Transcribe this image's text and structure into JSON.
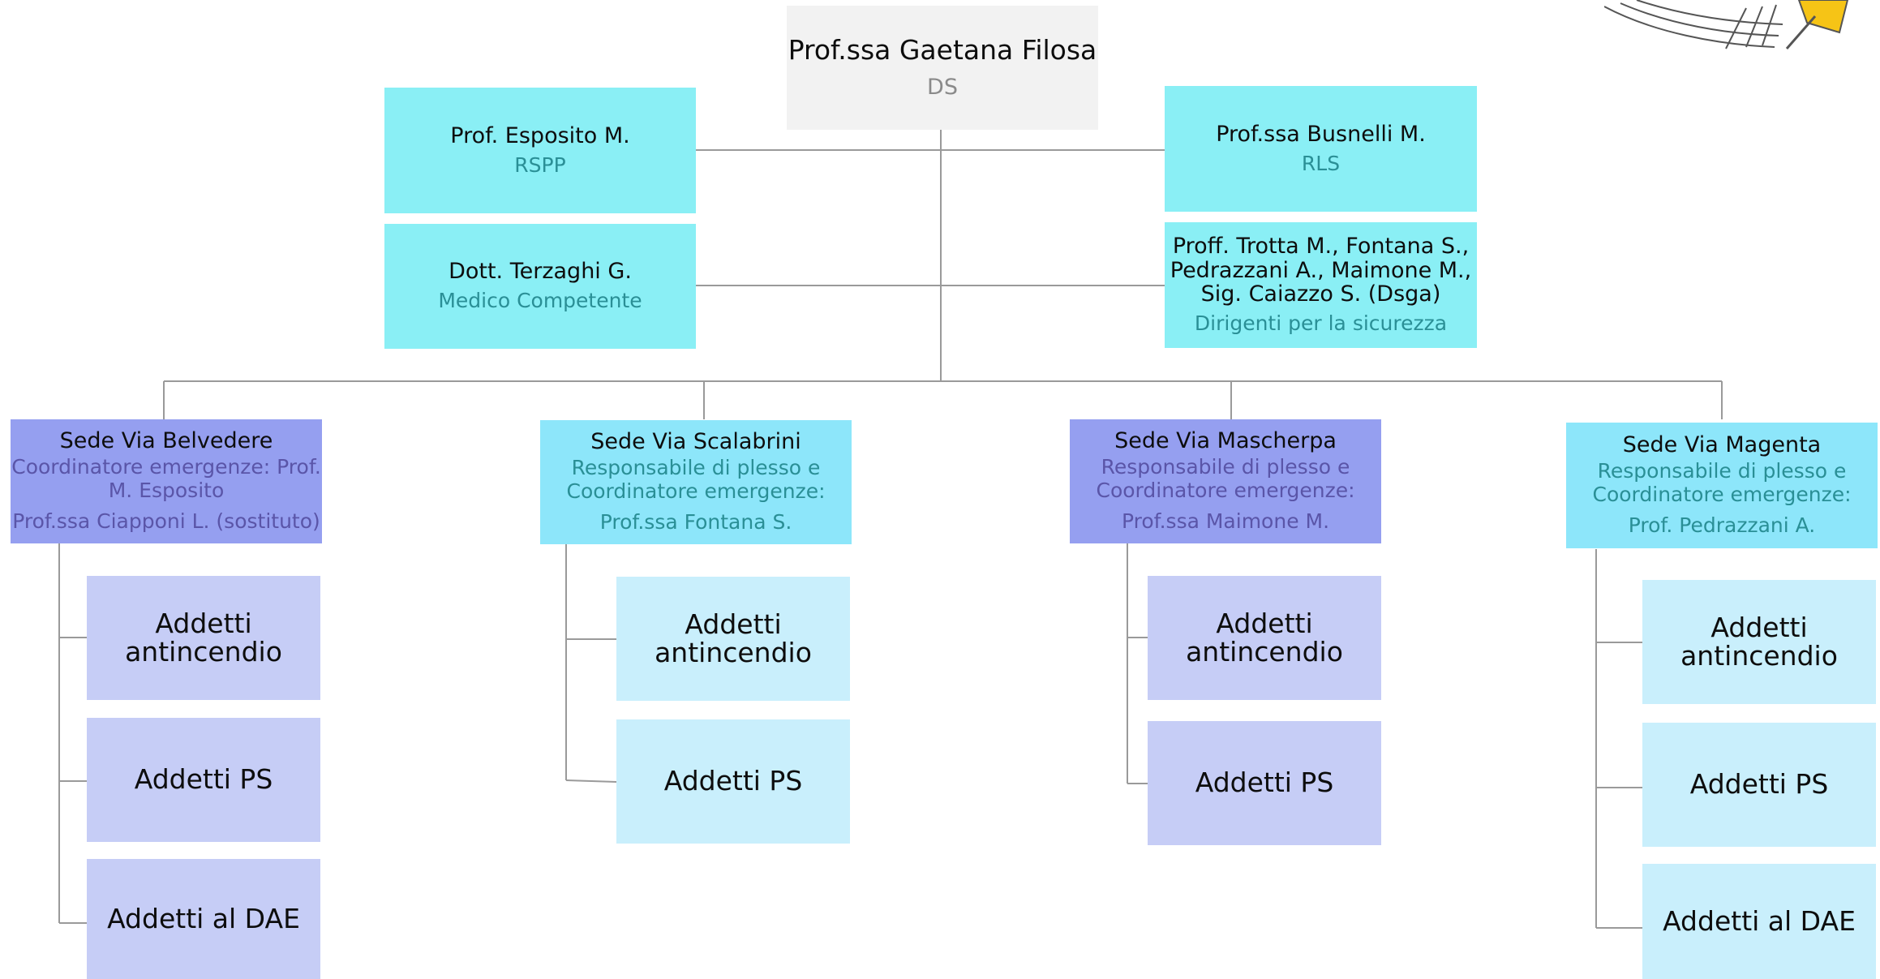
{
  "colors": {
    "top_box": "#f2f2f2",
    "staff_box": "#8aeff5",
    "sede_purple": "#959ff0",
    "sede_blue": "#8de6fa",
    "sub_purple": "#c6cdf6",
    "sub_blue": "#c9effc",
    "line": "#9a9a9a"
  },
  "top": {
    "name": "Prof.ssa Gaetana Filosa",
    "role": "DS"
  },
  "staff": {
    "rspp": {
      "name": "Prof. Esposito M.",
      "role": "RSPP"
    },
    "medico": {
      "name": "Dott. Terzaghi G.",
      "role": "Medico Competente"
    },
    "rls": {
      "name": "Prof.ssa Busnelli M.",
      "role": "RLS"
    },
    "dirigenti": {
      "name_lines": [
        "Proff. Trotta M., Fontana S.,",
        "Pedrazzani A., Maimone M.,",
        "Sig. Caiazzo S. (Dsga)"
      ],
      "role": "Dirigenti per la sicurezza"
    }
  },
  "sedi": [
    {
      "name": "Sede Via Belvedere",
      "role_lines": [
        "Coordinatore emergenze: Prof.",
        "M. Esposito"
      ],
      "holder": "Prof.ssa Ciapponi L. (sostituto)",
      "subs": [
        [
          "Addetti",
          "antincendio"
        ],
        [
          "Addetti PS"
        ],
        [
          "Addetti al DAE"
        ]
      ]
    },
    {
      "name": "Sede Via Scalabrini",
      "role_lines": [
        "Responsabile di plesso e",
        "Coordinatore emergenze:"
      ],
      "holder": "Prof.ssa Fontana S.",
      "subs": [
        [
          "Addetti",
          "antincendio"
        ],
        [
          "Addetti PS"
        ]
      ]
    },
    {
      "name": "Sede Via Mascherpa",
      "role_lines": [
        "Responsabile di plesso e",
        "Coordinatore emergenze:"
      ],
      "holder": "Prof.ssa Maimone M.",
      "subs": [
        [
          "Addetti",
          "antincendio"
        ],
        [
          "Addetti PS"
        ]
      ]
    },
    {
      "name": "Sede Via Magenta",
      "role_lines": [
        "Responsabile di plesso e",
        "Coordinatore emergenze:"
      ],
      "holder": "Prof. Pedrazzani A.",
      "subs": [
        [
          "Addetti",
          "antincendio"
        ],
        [
          "Addetti PS"
        ],
        [
          "Addetti al DAE"
        ]
      ]
    }
  ]
}
